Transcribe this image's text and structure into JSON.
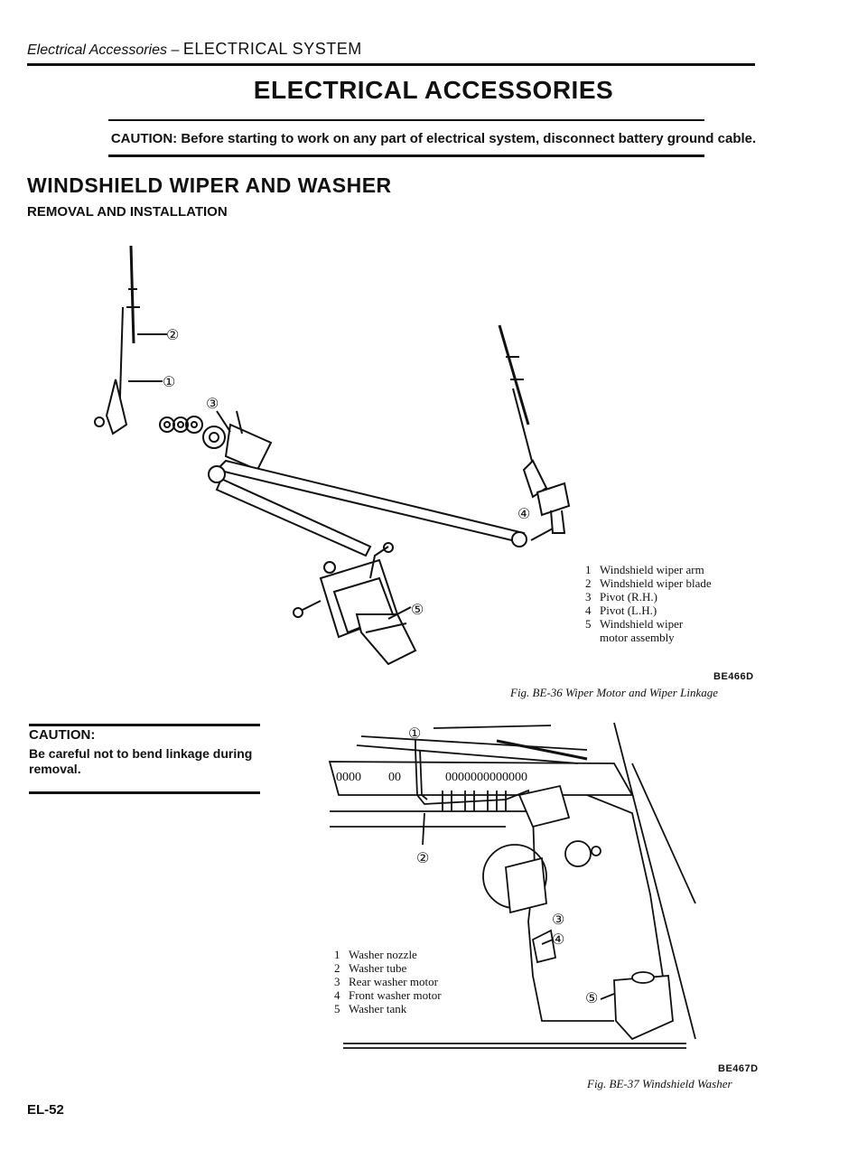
{
  "header": {
    "section_italic": "Electrical Accessories",
    "dash": " – ",
    "section_caps": "ELECTRICAL SYSTEM"
  },
  "title": "ELECTRICAL ACCESSORIES",
  "caution_banner": "CAUTION:  Before starting to work on any part of electrical system, disconnect battery ground cable.",
  "section": {
    "title": "WINDSHIELD WIPER AND WASHER",
    "subtitle": "REMOVAL AND INSTALLATION"
  },
  "figure1": {
    "callouts": [
      "①",
      "②",
      "③",
      "④",
      "⑤"
    ],
    "legend": [
      {
        "num": "1",
        "text": "Windshield wiper arm"
      },
      {
        "num": "2",
        "text": "Windshield wiper blade"
      },
      {
        "num": "3",
        "text": "Pivot (R.H.)"
      },
      {
        "num": "4",
        "text": "Pivot (L.H.)"
      },
      {
        "num": "5",
        "text": "Windshield wiper"
      },
      {
        "num": "",
        "text": "motor assembly"
      }
    ],
    "code": "BE466D",
    "caption": "Fig. BE-36  Wiper Motor and Wiper Linkage"
  },
  "side_caution": {
    "title": "CAUTION:",
    "text": "Be careful not to bend linkage during removal."
  },
  "figure2": {
    "callouts": [
      "①",
      "②",
      "③",
      "④",
      "⑤"
    ],
    "legend": [
      {
        "num": "1",
        "text": "Washer nozzle"
      },
      {
        "num": "2",
        "text": "Washer tube"
      },
      {
        "num": "3",
        "text": "Rear washer motor"
      },
      {
        "num": "4",
        "text": "Front washer motor"
      },
      {
        "num": "5",
        "text": "Washer tank"
      }
    ],
    "code": "BE467D",
    "caption": "Fig. BE-37  Windshield Washer"
  },
  "page_number": "EL-52"
}
